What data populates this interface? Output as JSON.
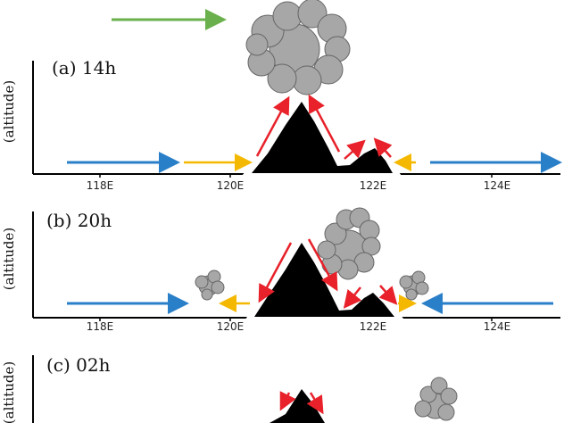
{
  "wind_legend": {
    "color": "#6ab04c"
  },
  "colors": {
    "upslope": "#e8212a",
    "synoptic": "#2a7fc9",
    "local": "#f5b800",
    "cloud_fill": "#a7a7a7",
    "cloud_edge": "#666666",
    "terrain": "#000000"
  },
  "y_axis_label": "(altitude)",
  "x_ticks": [
    "118E",
    "120E",
    "122E",
    "124E"
  ],
  "panels": [
    {
      "id": "a",
      "label": "(a) 14h",
      "y_label": "(altitude)"
    },
    {
      "id": "b",
      "label": "(b) 20h",
      "y_label": "(altitude)"
    },
    {
      "id": "c",
      "label": "(c) 02h",
      "y_label": "(altitude)"
    }
  ]
}
